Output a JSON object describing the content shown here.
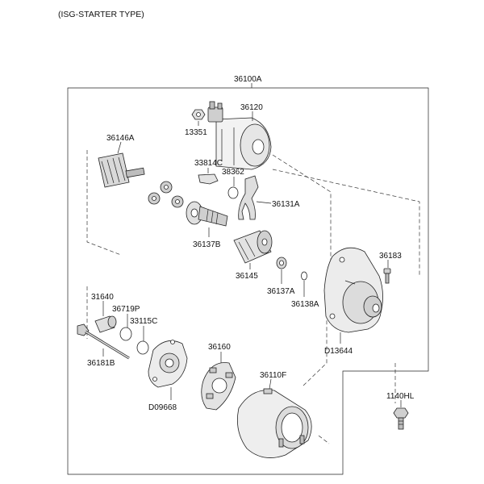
{
  "header": {
    "title": "(ISG-STARTER TYPE)"
  },
  "assembly": {
    "label": "36100A"
  },
  "parts": [
    {
      "key": "solenoid",
      "label": "36120"
    },
    {
      "key": "nut",
      "label": "13351"
    },
    {
      "key": "pinion-shaft-set",
      "label": "36146A"
    },
    {
      "key": "bracket",
      "label": "33814C"
    },
    {
      "key": "ring-1",
      "label": "38362"
    },
    {
      "key": "lever",
      "label": "36131A"
    },
    {
      "key": "planetary-shaft",
      "label": "36137B"
    },
    {
      "key": "overrunning-clutch",
      "label": "36145"
    },
    {
      "key": "stop-ring",
      "label": "36137A"
    },
    {
      "key": "snap-ring",
      "label": "36138A"
    },
    {
      "key": "front-bolt",
      "label": "36183"
    },
    {
      "key": "front-housing",
      "label": "D13644"
    },
    {
      "key": "bushing",
      "label": "31640"
    },
    {
      "key": "o-ring",
      "label": "36719P"
    },
    {
      "key": "washer",
      "label": "33115C"
    },
    {
      "key": "through-bolt",
      "label": "36181B"
    },
    {
      "key": "rear-cover",
      "label": "D09668"
    },
    {
      "key": "brush-holder",
      "label": "36160"
    },
    {
      "key": "yoke",
      "label": "36110F"
    },
    {
      "key": "mount-bolt",
      "label": "1140HL"
    }
  ]
}
